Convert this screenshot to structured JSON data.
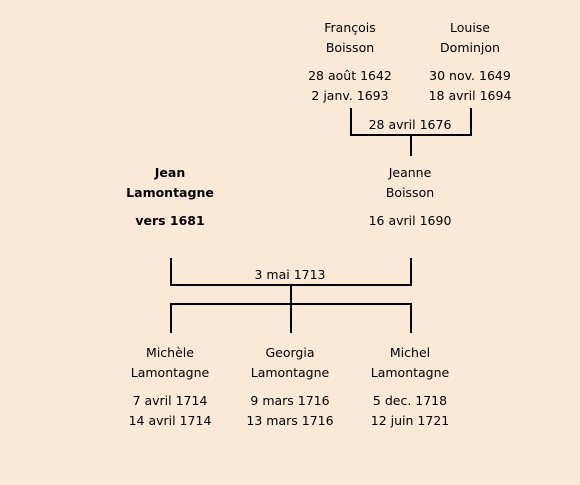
{
  "people": {
    "francois": {
      "first": "François",
      "last": "Boisson",
      "birth": "28 août 1642",
      "death": "2 janv. 1693"
    },
    "louise": {
      "first": "Louise",
      "last": "Dominjon",
      "birth": "30 nov. 1649",
      "death": "18 avril 1694"
    },
    "jean": {
      "first": "Jean",
      "last": "Lamontagne",
      "birth": "vers 1681"
    },
    "jeanne": {
      "first": "Jeanne",
      "last": "Boisson",
      "birth": "16 avril 1690"
    },
    "michele": {
      "first": "Michèle",
      "last": "Lamontagne",
      "birth": "7 avril 1714",
      "death": "14 avril 1714"
    },
    "georgia": {
      "first": "Georgia",
      "last": "Lamontagne",
      "birth": "9 mars 1716",
      "death": "13 mars 1716"
    },
    "michel": {
      "first": "Michel",
      "last": "Lamontagne",
      "birth": "5 dec. 1718",
      "death": "12 juin 1721"
    }
  },
  "marriages": {
    "parents": "28 avril 1676",
    "couple": "3 mai 1713"
  }
}
